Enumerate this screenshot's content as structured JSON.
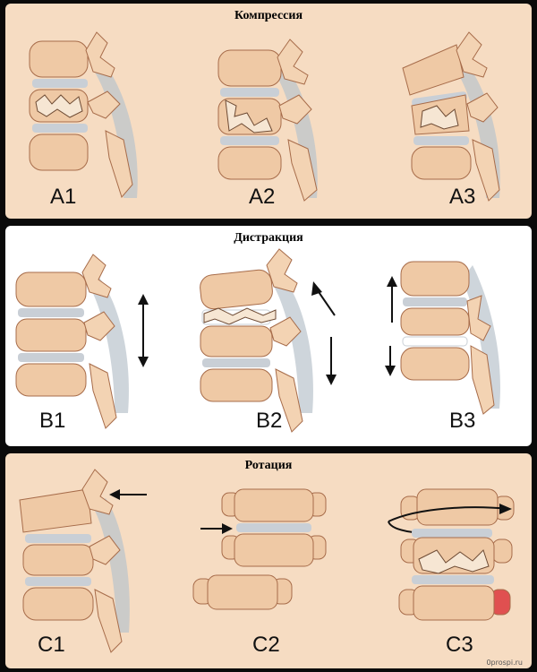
{
  "colors": {
    "bone": "#efc9a5",
    "bone_dark": "#c68f6a",
    "disc": "#c9cfd6",
    "ligament": "#b9c3cc",
    "peach_bg": "#f6dcc2",
    "arrow": "#111111",
    "red_accent": "#e05050"
  },
  "panels": [
    {
      "title": "Компрессия",
      "labels": [
        "A1",
        "A2",
        "A3"
      ]
    },
    {
      "title": "Дистракция",
      "labels": [
        "B1",
        "B2",
        "B3"
      ]
    },
    {
      "title": "Ротация",
      "labels": [
        "C1",
        "C2",
        "C3"
      ]
    }
  ],
  "watermark": "0prospi.ru"
}
